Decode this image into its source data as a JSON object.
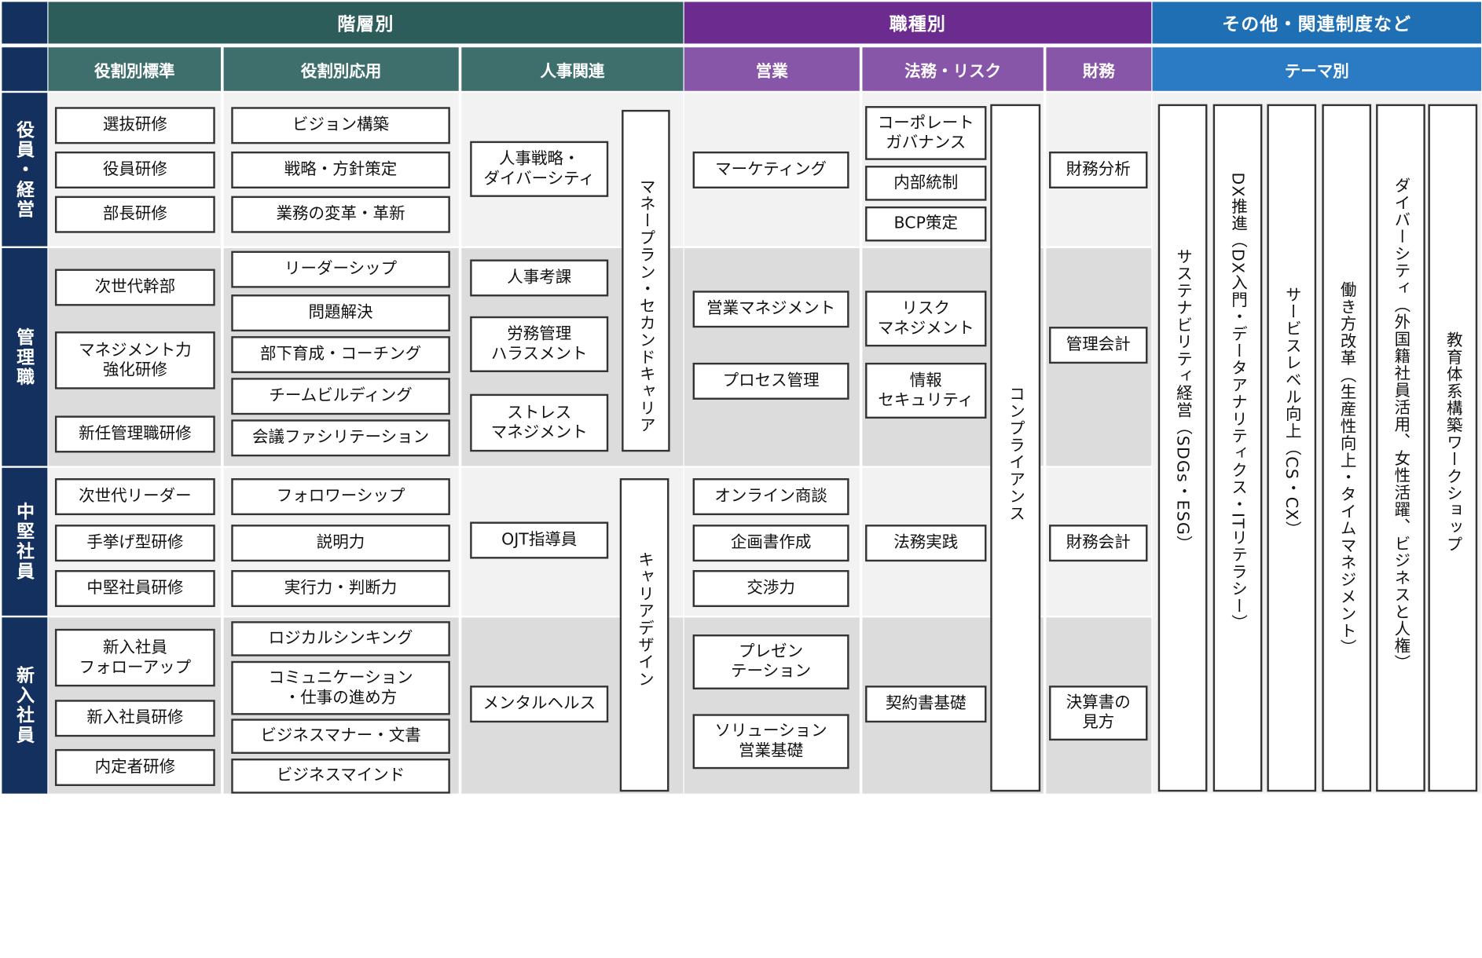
{
  "colors": {
    "layer_dark": "#2d5d5a",
    "layer_light": "#3f6f6c",
    "job_dark": "#6b2b8f",
    "job_light": "#8856a8",
    "other_dark": "#1f6fb5",
    "other_light": "#2a7bc4",
    "row_label": "#13305e"
  },
  "groups": {
    "layer": "階層別",
    "job": "職種別",
    "other": "その他・関連制度など"
  },
  "subheaders": {
    "role_standard": "役割別標準",
    "role_applied": "役割別応用",
    "hr": "人事関連",
    "sales": "営業",
    "legal": "法務・リスク",
    "finance": "財務",
    "theme": "テーマ別"
  },
  "rows": {
    "executive": "役員・経営",
    "manager": "管理職",
    "mid": "中堅社員",
    "new": "新入社員"
  },
  "role_standard": {
    "executive": [
      "選抜研修",
      "役員研修",
      "部長研修"
    ],
    "manager": [
      "次世代幹部",
      "マネジメント力\n強化研修",
      "新任管理職研修"
    ],
    "mid": [
      "次世代リーダー",
      "手挙げ型研修",
      "中堅社員研修"
    ],
    "new": [
      "新入社員\nフォローアップ",
      "新入社員研修",
      "内定者研修"
    ]
  },
  "role_applied": {
    "executive": [
      "ビジョン構築",
      "戦略・方針策定",
      "業務の変革・革新"
    ],
    "manager": [
      "リーダーシップ",
      "問題解決",
      "部下育成・コーチング",
      "チームビルディング",
      "会議ファシリテーション"
    ],
    "mid": [
      "フォロワーシップ",
      "説明力",
      "実行力・判断力"
    ],
    "new": [
      "ロジカルシンキング",
      "コミュニケーション\n・仕事の進め方",
      "ビジネスマナー・文書",
      "ビジネスマインド"
    ]
  },
  "hr": {
    "executive": "人事戦略・\nダイバーシティ",
    "manager": [
      "人事考課",
      "労務管理\nハラスメント",
      "ストレス\nマネジメント"
    ],
    "mid": "OJT指導員",
    "new": "メンタルヘルス",
    "money_plan": "マネープラン・セカンドキャリア",
    "career_design": "キャリアデザイン"
  },
  "sales": {
    "executive": "マーケティング",
    "manager": [
      "営業マネジメント",
      "プロセス管理"
    ],
    "mid": [
      "オンライン商談",
      "企画書作成",
      "交渉力"
    ],
    "new": [
      "プレゼン\nテーション",
      "ソリューション\n営業基礎"
    ]
  },
  "legal": {
    "executive": [
      "コーポレート\nガバナンス",
      "内部統制",
      "BCP策定"
    ],
    "manager": [
      "リスク\nマネジメント",
      "情報\nセキュリティ"
    ],
    "mid": "法務実践",
    "new": "契約書基礎",
    "compliance": "コンプライアンス"
  },
  "finance": {
    "executive": "財務分析",
    "manager": "管理会計",
    "mid": "財務会計",
    "new": "決算書の\n見方"
  },
  "theme": [
    "サステナビリティ経営（SDGs・ESG）",
    "DX推進（DX入門・データアナリティクス・ITリテラシー）",
    "サービスレベル向上（CS・CX）",
    "働き方改革（生産性向上・タイムマネジメント）",
    "ダイバーシティ（外国籍社員活用、女性活躍、ビジネスと人権）",
    "教育体系構築ワークショップ"
  ]
}
